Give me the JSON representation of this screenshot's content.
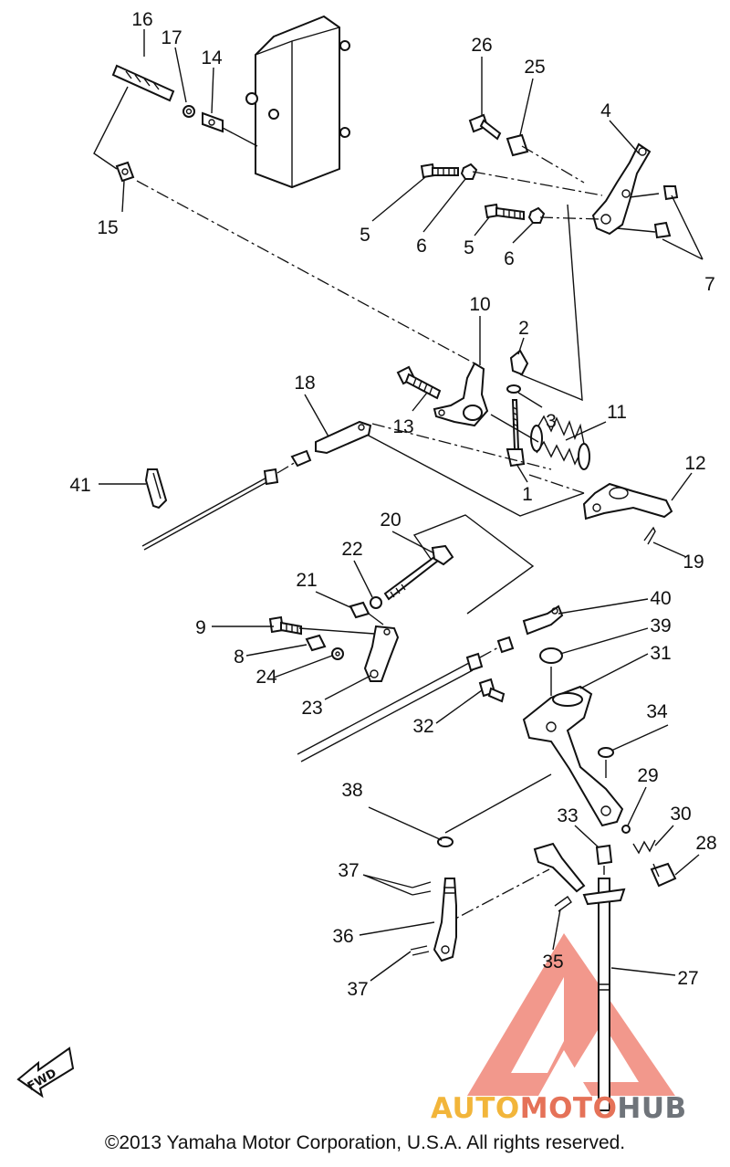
{
  "diagram": {
    "callouts": [
      "1",
      "2",
      "3",
      "4",
      "5",
      "6",
      "7",
      "8",
      "9",
      "10",
      "11",
      "12",
      "13",
      "14",
      "15",
      "16",
      "17",
      "18",
      "19",
      "20",
      "21",
      "22",
      "23",
      "24",
      "25",
      "26",
      "27",
      "28",
      "29",
      "30",
      "31",
      "32",
      "33",
      "34",
      "35",
      "36",
      "37",
      "38",
      "39",
      "40",
      "41"
    ],
    "fwd_label": "FWD",
    "copyright": "©2013 Yamaha Motor Corporation, U.S.A. All rights reserved."
  },
  "watermark": {
    "part_a": "AUTO",
    "part_b": "MOTO",
    "part_c": "HUB",
    "colors": {
      "auto": "#f2b53a",
      "moto": "#e57258",
      "hub": "#6f747a",
      "logo": "#e8452f"
    }
  }
}
